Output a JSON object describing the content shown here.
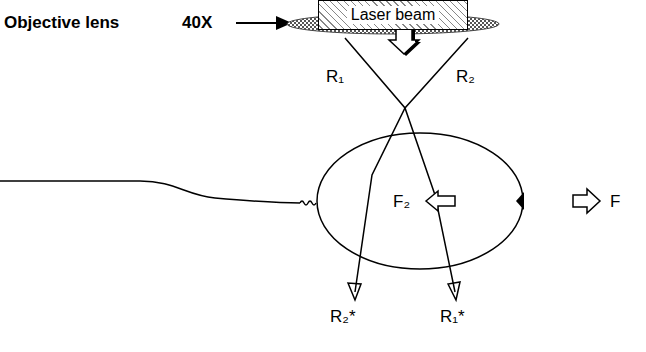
{
  "diagram": {
    "nodes": [
      {
        "text": [
          "Laser beam"
        ]
      }
    ],
    "labels": [
      "Objective lens",
      "40X",
      "R₁",
      "R₂",
      "F₂",
      "F",
      "R₂*",
      "R₁*"
    ]
  }
}
